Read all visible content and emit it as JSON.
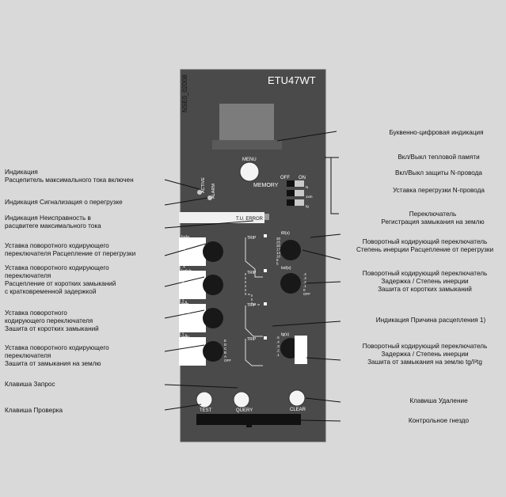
{
  "device": {
    "model": "ETU47WT",
    "code": "NSE0_02008",
    "menu_label": "MENU",
    "memory_label": "MEMORY",
    "off_label": "OFF",
    "on_label": "ON",
    "active_label": "ACTIVE",
    "alarm_label": "ALARM",
    "tu_error_label": "T.U. ERROR",
    "trip_label": "TRIP",
    "test_label": "TEST",
    "query_label": "QUERY",
    "clear_label": "CLEAR",
    "ir_header": "Ir×In",
    "ir_values": [
      "1.0",
      ".9",
      ".8",
      ".7",
      ".6",
      ".5",
      ".45",
      ".4"
    ],
    "tr_header": "tR(s)",
    "tr_values": [
      "30",
      "25",
      "20",
      "17",
      "14",
      "10",
      "8",
      "5"
    ],
    "isd_header": "Isd×Ir",
    "isd_values": [
      "12",
      "10",
      "8",
      "6",
      "5",
      "4",
      "3",
      "2",
      "2.5",
      "1.25"
    ],
    "tsd_header": "tsd(s)",
    "tsd_values": [
      ".4",
      ".3",
      ".2",
      ".1",
      "0",
      "OFF"
    ],
    "ii_header": "Ii×In",
    "ii_values": [
      "OFF",
      "MAX",
      "12",
      "10",
      "8",
      "6",
      "4",
      "2",
      "1.5",
      "3"
    ],
    "ig_header": "Ig(A)",
    "ig_values": [
      "E",
      "D",
      "C",
      "B",
      "A",
      "OFF"
    ],
    "tg_header": "tg(s)",
    "tg_values": [
      ".5",
      ".4",
      ".3",
      ".2",
      ".1"
    ],
    "n_labels": [
      "N",
      "1xIn",
      "Ig"
    ]
  },
  "right_labels": [
    "Буквенно-цифровая индикация",
    "Вкл/Выкл тепловой памяти",
    "Вкл/Выкл защиты N-провода",
    "Уставка перегрузки N-провода",
    "Переключатель\nРегистрация замыкания на землю",
    "Поворотный кодирующий переключатель\nСтепень инерции Расцепление от перегрузки",
    "Поворотный кодирующий переключатель\nЗадержка / Степень инерции\nЗашита от коротких замыканий",
    "Индикация Причина расцепления 1)",
    "Поворотный кодирующий переключатель\nЗадержка / Степень инерции\nЗашита от замыкания на землю tg/I²tg",
    "Клавиша Удаление",
    "Контрольное гнездо"
  ],
  "left_labels": [
    "Индикация\nРасцепитель максимального тока включен",
    "Индикация Сигнализация о перегрузке",
    "Индикация Неисправность в\nрасцвитеге максимального тока",
    "Уставка поворотного кодирующего\nпереключателя Расцепление от перегрузки",
    "Уставка поворотного кодирующего\nпереключателя\nРасцепление от коротких замыканий\nс кратковременной задержкой",
    "Уставка поворотного\nкодирующего переключателя\nЗашита от коротких замыканий",
    "Уставка поворотного кодирующего\nпереключателя\nЗашита от замыкания на землю",
    "Клавиша Запрос",
    "Клавиша Проверка"
  ]
}
